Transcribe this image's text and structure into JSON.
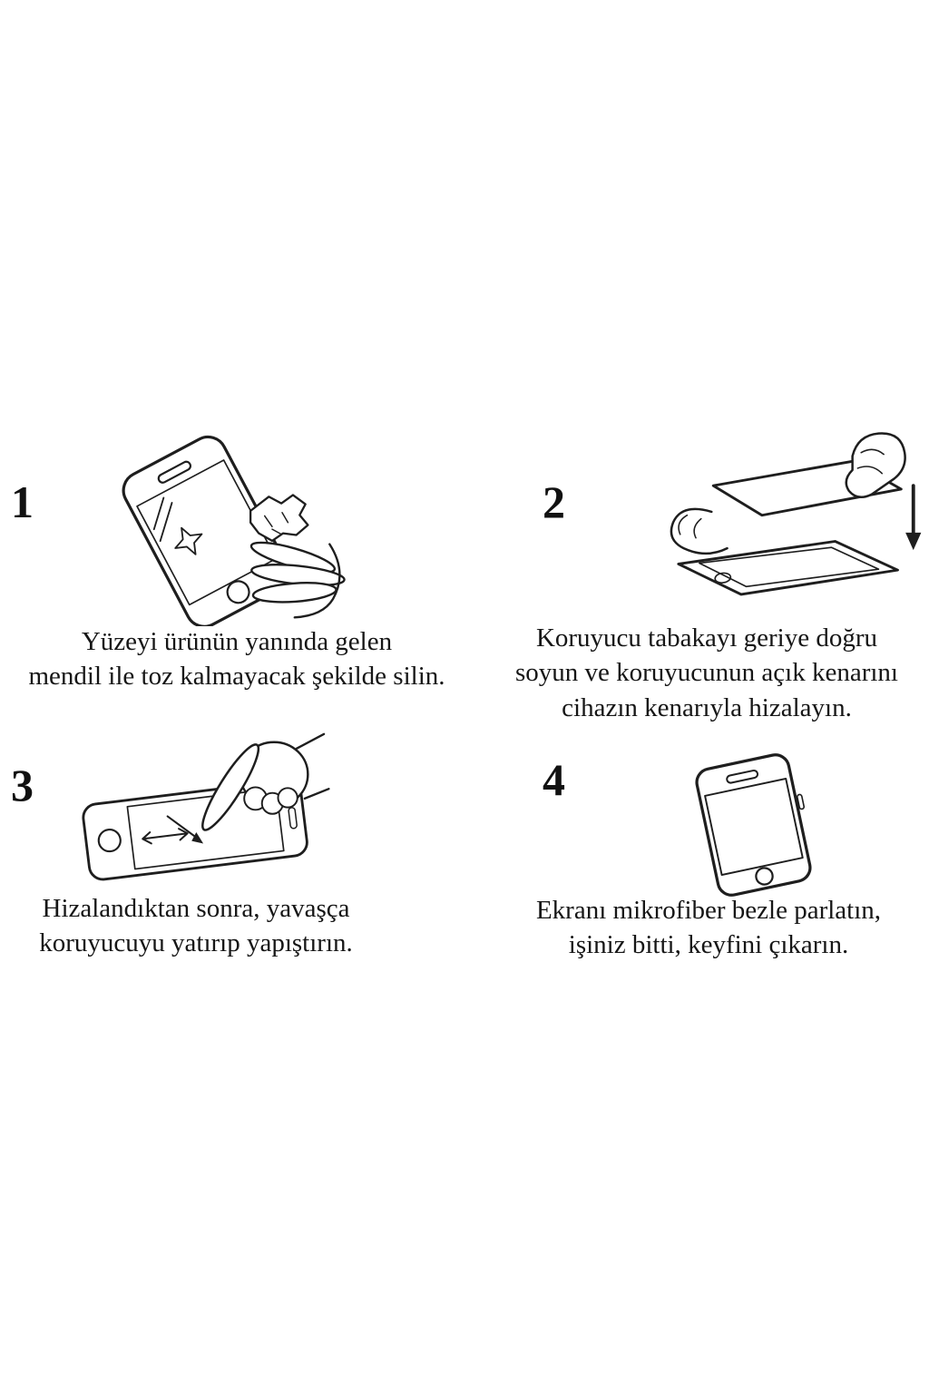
{
  "document": {
    "type": "screen-protector-installation-instructions",
    "language": "tr",
    "ink_color": "#1e1e1e",
    "background_color": "#ffffff"
  },
  "steps": [
    {
      "number": "1",
      "illustration": "phone-wipe-illustration",
      "caption": "Yüzeyi  ürünün yanında gelen\nmendil ile toz kalmayacak şekilde silin."
    },
    {
      "number": "2",
      "illustration": "peel-protector-illustration",
      "caption": "Koruyucu tabakayı geriye doğru\nsoyun ve koruyucunun açık kenarını\ncihazın kenarıyla hizalayın."
    },
    {
      "number": "3",
      "illustration": "press-align-illustration",
      "caption": "Hizalandıktan sonra, yavaşça\nkoruyucuyu yatırıp yapıştırın."
    },
    {
      "number": "4",
      "illustration": "polish-screen-illustration",
      "caption": "Ekranı mikrofiber bezle parlatın,\nişiniz bitti, keyfini çıkarın."
    }
  ]
}
